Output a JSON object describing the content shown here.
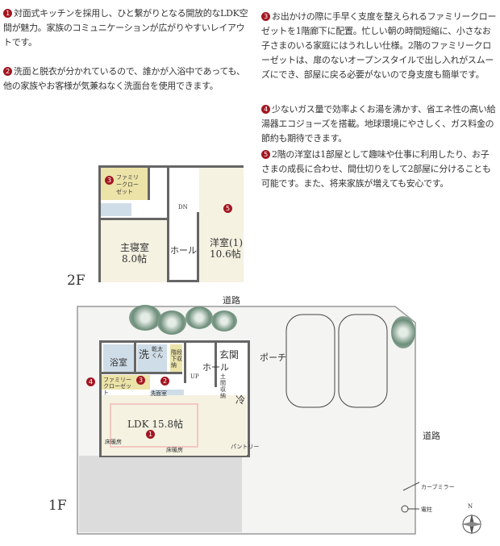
{
  "notes": [
    {
      "num": "1",
      "text": "対面式キッチンを採用し、ひと繋がりとなる開放的なLDK空間が魅力。家族のコミュニケーションが広がりやすいレイアウトです。"
    },
    {
      "num": "2",
      "text": "洗面と脱衣が分かれているので、誰かが入浴中であっても、他の家族やお客様が気兼ねなく洗面台を使用できます。"
    },
    {
      "num": "3",
      "text": "お出かけの際に手早く支度を整えられるファミリークローゼットを1階廊下に配置。忙しい朝の時間短縮に、小さなお子さまのいる家庭にはうれしい仕様。2階のファミリークローゼットは、扉のないオープンスタイルで出し入れがスムーズにでき、部屋に戻る必要がないので身支度も簡単です。"
    },
    {
      "num": "4",
      "text": "少ないガス量で効率よくお湯を沸かす、省エネ性の高い給湯器エコジョーズを搭載。地球環境にやさしく、ガス料金の節約も期待できます。"
    },
    {
      "num": "5",
      "text": "2階の洋室は1部屋として趣味や仕事に利用したり、お子さまの成長に合わせ、間仕切りをして2部屋に分けることも可能です。また、将来家族が増えても安心です。"
    }
  ],
  "floor2": {
    "label": "2F",
    "family_closet": "ファミリークローゼット",
    "master_bedroom": "主寝室",
    "master_size": "8.0帖",
    "hall": "ホール",
    "western_room": "洋室(1)",
    "western_size": "10.6帖",
    "dn": "DN"
  },
  "floor1": {
    "label": "1F",
    "road_top": "道路",
    "road_right": "道路",
    "bath": "浴室",
    "wash": "洗",
    "dryer": "乾太くん",
    "stair_storage": "階段下収納",
    "entrance": "玄関",
    "porch": "ポーチ",
    "hall": "ホール",
    "doma_storage": "土間収納",
    "up": "UP",
    "family_closet": "ファミリークローゼット",
    "washroom": "洗面室",
    "fridge": "冷",
    "ldk": "LDK 15.8帖",
    "floor_heating_1": "床暖房",
    "floor_heating_2": "床暖房",
    "pantry": "パントリー",
    "curve_mirror": "カーブミラー",
    "utility_pole": "電柱",
    "north": "N"
  },
  "colors": {
    "accent": "#a31621",
    "closet": "#ece3a8",
    "bath": "#cfdde8",
    "room": "#f5f2e2",
    "ldk_rug": "#f3d8d3"
  }
}
